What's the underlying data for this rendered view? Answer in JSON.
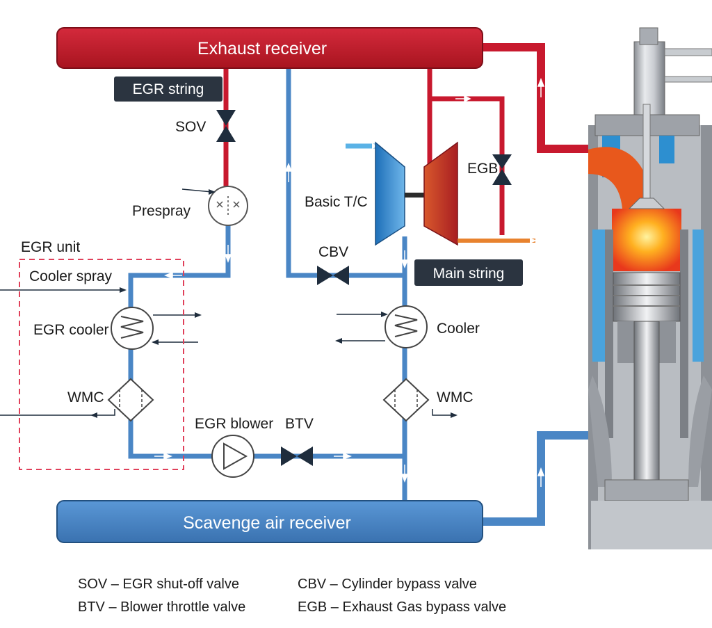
{
  "colors": {
    "exhaust": "#c8192e",
    "exhaust_dark": "#9e1322",
    "air": "#4a86c5",
    "air_dark": "#2f5f96",
    "label_box": "#2b3440",
    "unit_border": "#e0405a"
  },
  "blocks": {
    "exhaust_receiver": "Exhaust receiver",
    "scavenge_receiver": "Scavenge air receiver"
  },
  "tags": {
    "egr_string": "EGR string",
    "main_string": "Main string"
  },
  "labels": {
    "sov": "SOV",
    "prespray": "Prespray",
    "egr_unit": "EGR unit",
    "cooler_spray": "Cooler spray",
    "egr_cooler": "EGR cooler",
    "wmc_left": "WMC",
    "egr_blower": "EGR blower",
    "btv": "BTV",
    "basic_tc": "Basic T/C",
    "egb": "EGB",
    "cbv": "CBV",
    "cooler": "Cooler",
    "wmc_right": "WMC"
  },
  "legend": [
    "SOV – EGR shut-off valve",
    "BTV – Blower throttle valve",
    "CBV – Cylinder bypass valve",
    "EGB – Exhaust Gas bypass valve"
  ]
}
